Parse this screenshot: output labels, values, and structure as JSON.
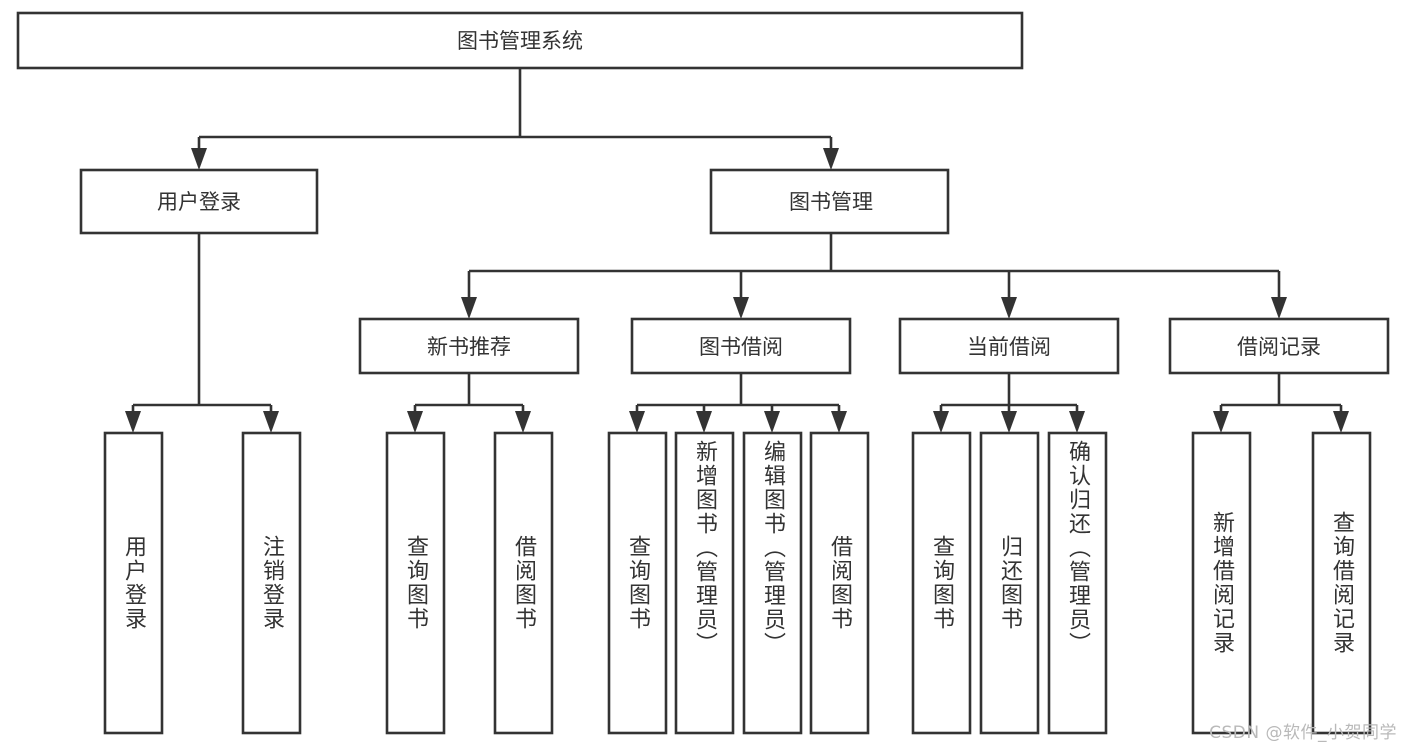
{
  "diagram": {
    "type": "tree",
    "title": "图书管理系统",
    "root": {
      "id": "root",
      "label": "图书管理系统"
    },
    "level1": [
      {
        "id": "user-login",
        "label": "用户登录"
      },
      {
        "id": "book-manage",
        "label": "图书管理"
      }
    ],
    "level2": [
      {
        "id": "new-book-recommend",
        "label": "新书推荐",
        "parent": "book-manage"
      },
      {
        "id": "book-borrow",
        "label": "图书借阅",
        "parent": "book-manage"
      },
      {
        "id": "current-borrow",
        "label": "当前借阅",
        "parent": "book-manage"
      },
      {
        "id": "borrow-record",
        "label": "借阅记录",
        "parent": "book-manage"
      }
    ],
    "leaves": [
      {
        "id": "leaf-user-login",
        "label": "用户登录",
        "parent": "user-login"
      },
      {
        "id": "leaf-user-logout",
        "label": "注销登录",
        "parent": "user-login"
      },
      {
        "id": "leaf-query-book-1",
        "label": "查询图书",
        "parent": "new-book-recommend"
      },
      {
        "id": "leaf-borrow-book-1",
        "label": "借阅图书",
        "parent": "new-book-recommend"
      },
      {
        "id": "leaf-query-book-2",
        "label": "查询图书",
        "parent": "book-borrow"
      },
      {
        "id": "leaf-add-book",
        "label": "新增图书（管理员）",
        "parent": "book-borrow"
      },
      {
        "id": "leaf-edit-book",
        "label": "编辑图书（管理员）",
        "parent": "book-borrow"
      },
      {
        "id": "leaf-borrow-book-2",
        "label": "借阅图书",
        "parent": "book-borrow"
      },
      {
        "id": "leaf-query-book-3",
        "label": "查询图书",
        "parent": "current-borrow"
      },
      {
        "id": "leaf-return-book",
        "label": "归还图书",
        "parent": "current-borrow"
      },
      {
        "id": "leaf-confirm-return",
        "label": "确认归还（管理员）",
        "parent": "current-borrow"
      },
      {
        "id": "leaf-add-record",
        "label": "新增借阅记录",
        "parent": "borrow-record"
      },
      {
        "id": "leaf-query-record",
        "label": "查询借阅记录",
        "parent": "borrow-record"
      }
    ]
  },
  "watermark": {
    "text": "CSDN @软件_小贺同学"
  },
  "colors": {
    "stroke": "#333333",
    "fill": "#ffffff",
    "text": "#333333",
    "watermark": "#b9b9b9"
  }
}
